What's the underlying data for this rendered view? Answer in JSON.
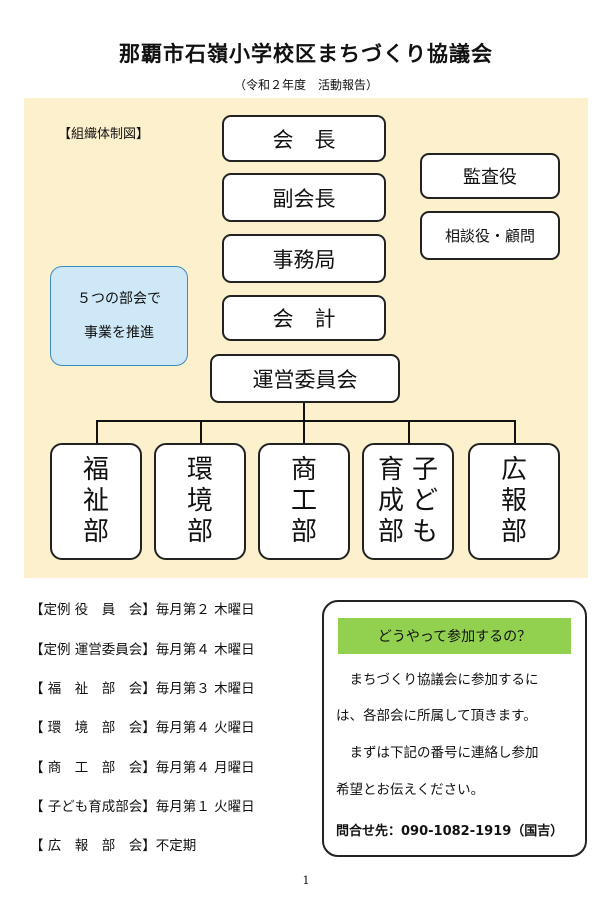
{
  "header": {
    "title": "那覇市石嶺小学校区まちづくり協議会",
    "subtitle": "（令和２年度　活動報告）"
  },
  "org_chart": {
    "section_label": "【組織体制図】",
    "chain": [
      "会　長",
      "副会長",
      "事務局",
      "会　計",
      "運営委員会"
    ],
    "side_boxes": [
      "監査役",
      "相談役・顧問"
    ],
    "note_lines": [
      "５つの部会で",
      "事業を推進"
    ],
    "departments": [
      {
        "cols": [
          [
            "福",
            "祉",
            "部"
          ]
        ]
      },
      {
        "cols": [
          [
            "環",
            "境",
            "部"
          ]
        ]
      },
      {
        "cols": [
          [
            "商",
            "工",
            "部"
          ]
        ]
      },
      {
        "cols": [
          [
            "子",
            "ど",
            "も"
          ],
          [
            "育",
            "成",
            "部"
          ]
        ]
      },
      {
        "cols": [
          [
            "広",
            "報",
            "部"
          ]
        ]
      }
    ]
  },
  "schedule": [
    "【定例 役　員　会】毎月第２ 木曜日",
    "【定例 運営委員会】毎月第４ 木曜日",
    "【 福　祉　部　会】毎月第３ 木曜日",
    "【 環　境　部　会】毎月第４ 火曜日",
    "【 商　工　部　会】毎月第４ 月曜日",
    "【 子ども育成部会】毎月第１ 火曜日",
    "【 広　報　部　会】不定期"
  ],
  "info_box": {
    "heading": "どうやって参加するの？",
    "lines": [
      "　まちづくり協議会に参加するに",
      "は、各部会に所属して頂きます。",
      "　まずは下記の番号に連絡し参加",
      "希望とお伝えください。"
    ],
    "contact": "問合せ先：090-1082-1919（国吉）",
    "heading_color": "#92d050"
  },
  "page_number": "1",
  "colors": {
    "chart_background": "#fdf0cc",
    "note_background": "#cfe8f7",
    "note_border": "#3a8cc0"
  }
}
